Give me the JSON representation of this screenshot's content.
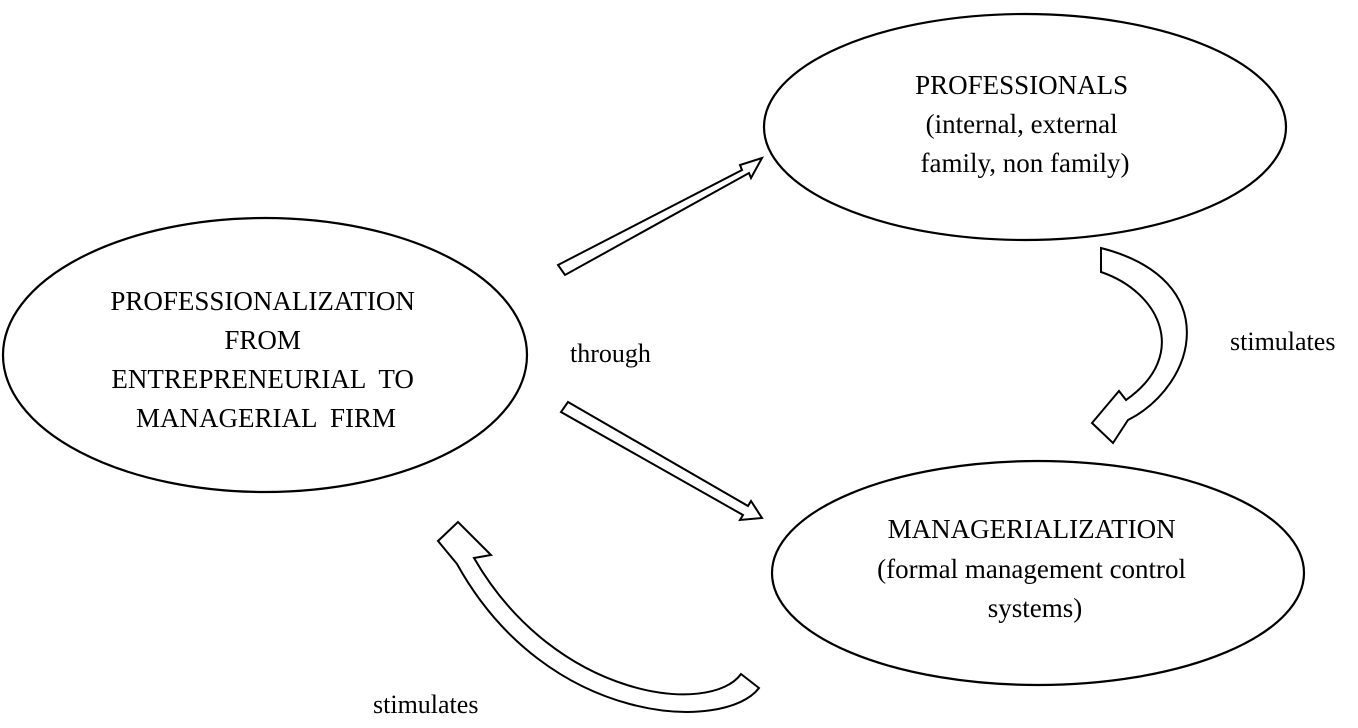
{
  "diagram": {
    "nodes": {
      "professionalization": {
        "lines": [
          "PROFESSIONALIZATION",
          "FROM",
          "ENTREPRENEURIAL  TO",
          "MANAGERIAL  FIRM"
        ]
      },
      "professionals": {
        "lines": [
          "PROFESSIONALS",
          "(internal, external",
          "family, non family)"
        ]
      },
      "managerialization": {
        "lines": [
          "MANAGERIALIZATION",
          "(formal management control",
          "systems)"
        ]
      }
    },
    "edge_labels": {
      "through": "through",
      "stimulates_right": "stimulates",
      "stimulates_bottom": "stimulates"
    }
  }
}
